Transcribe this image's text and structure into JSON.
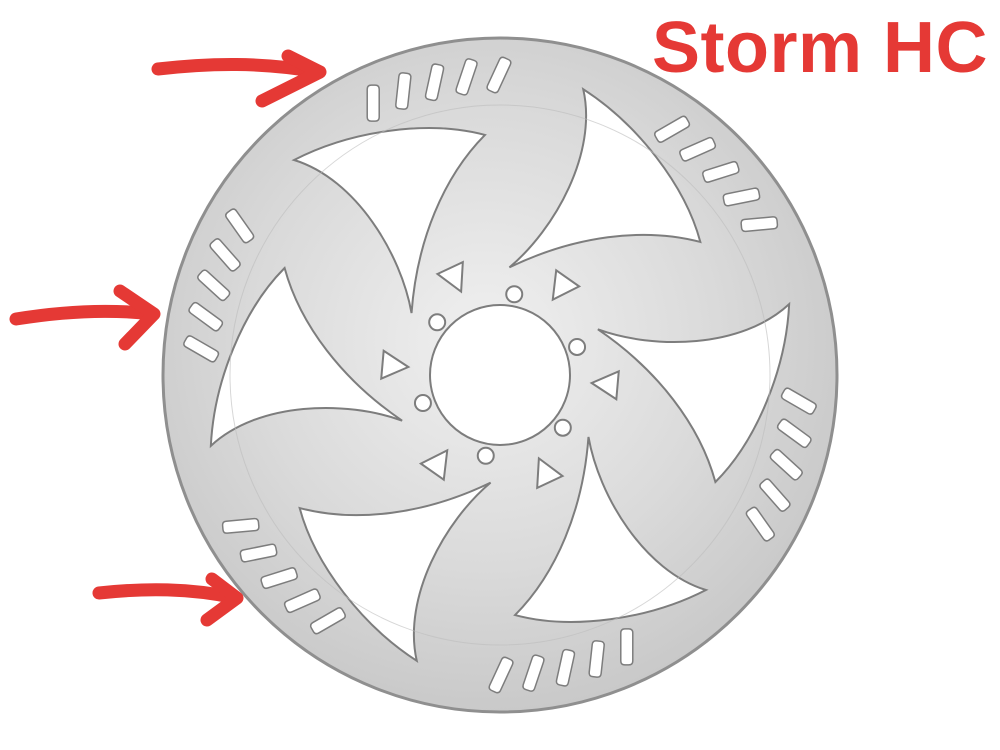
{
  "label": {
    "text": "Storm HC"
  },
  "colors": {
    "annotation": "#e53935",
    "rotor_face": "#dcdcdc",
    "rotor_edge": "#8f8f8f",
    "background": "#ffffff"
  },
  "annotations": {
    "arrow_count": 3,
    "arrow_icon": "red-hand-drawn-arrow-icon"
  },
  "rotor": {
    "icon": "brake-disc-rotor-icon",
    "spoke_count": 6,
    "bolt_hole_count": 6
  }
}
